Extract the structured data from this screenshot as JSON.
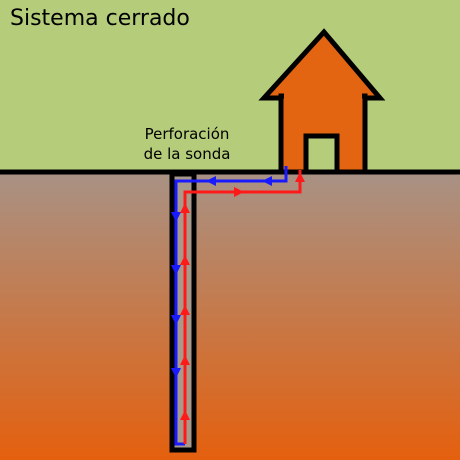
{
  "title": "Sistema cerrado",
  "borehole_label": {
    "line1": "Perforación",
    "line2": "de la sonda"
  },
  "colors": {
    "sky": "#b5cc7a",
    "soil_top": "#a89285",
    "soil_bottom": "#e4600e",
    "house": "#e36512",
    "outline": "#000000",
    "pipe_cold": "#1a1aff",
    "pipe_hot": "#ff1a1a",
    "borehole_fill": "#a89a8a"
  },
  "icons": {
    "house": "house-icon",
    "flow_arrow": "arrow-icon"
  }
}
